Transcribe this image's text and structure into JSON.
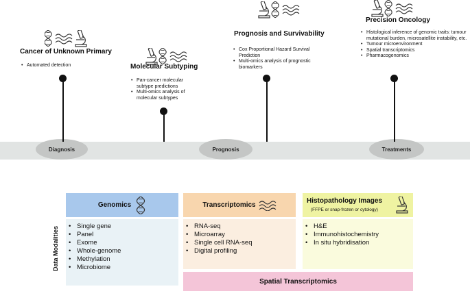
{
  "timeline": {
    "stages": [
      "Diagnosis",
      "Prognosis",
      "Treatments"
    ]
  },
  "applications": {
    "cup": {
      "title": "Cancer of Unknown Primary",
      "items": [
        "Automated detection"
      ]
    },
    "subtyping": {
      "title": "Molecular Subtyping",
      "items": [
        "Pan-cancer molecular subtype predictions",
        "Multi-omics analysis of molecular subtypes"
      ]
    },
    "prognosis": {
      "title": "Prognosis and Survivability",
      "items": [
        "Cox Proportional Hazard Survival Prediction",
        "Multi-omics analysis of prognostic biomarkers"
      ]
    },
    "precision": {
      "title": "Precision Oncology",
      "items": [
        "Histological inference of genomic traits: tumour mutational burden, microsatellite instability, etc.",
        "Tumour microenvironment",
        "Spatial transcriptomics",
        "Pharmacogenomics"
      ]
    }
  },
  "modalities": {
    "axis_label": "Data Modalities",
    "genomics": {
      "title": "Genomics",
      "items": [
        "Single gene",
        "Panel",
        "Exome",
        "Whole-genome",
        "Methylation",
        "Microbiome"
      ],
      "header_color": "#a8c8ec",
      "body_color": "#e9f2f6"
    },
    "transcriptomics": {
      "title": "Transcriptomics",
      "items": [
        "RNA-seq",
        "Microarray",
        "Single cell RNA-seq",
        "Digital profiling"
      ],
      "header_color": "#f8d6ae",
      "body_color": "#fbeee0"
    },
    "histopathology": {
      "title": "Histopathology Images",
      "subtitle": "(FFPE or snap-frozen or cytology)",
      "items": [
        "H&E",
        "Immunohistochemistry",
        "In situ hybridisation"
      ],
      "header_color": "#eff3a2",
      "body_color": "#fafbdd"
    },
    "spatial": {
      "title": "Spatial Transcriptomics",
      "color": "#f4c5d8"
    }
  },
  "icons": [
    "dna-icon",
    "sequence-wave-icon",
    "microscope-icon"
  ]
}
